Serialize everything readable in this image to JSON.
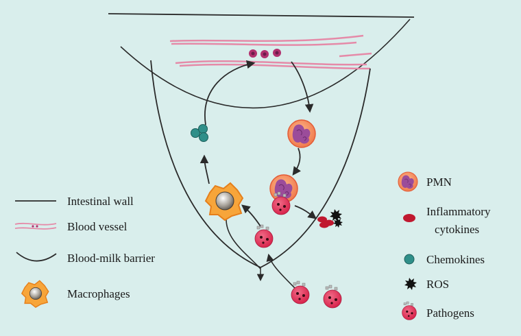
{
  "legend_left": {
    "intestinal_wall": "Intestinal wall",
    "blood_vessel": "Blood vessel",
    "blood_milk_barrier": "Blood-milk barrier",
    "macrophages": "Macrophages"
  },
  "legend_right": {
    "pmn": "PMN",
    "inflammatory_cytokines_line1": "Inflammatory",
    "inflammatory_cytokines_line2": "cytokines",
    "chemokines": "Chemokines",
    "ros": "ROS",
    "pathogens": "Pathogens"
  },
  "colors": {
    "background": "#d9eeec",
    "line": "#2a2a2a",
    "vessel": "#e58aa8",
    "pmn_outer": "#f08a5d",
    "pmn_inner": "#9b4c9a",
    "pathogen": "#e2375c",
    "cytokine": "#c0182f",
    "chemokine": "#2f8f89",
    "macrophage": "#f7a53a",
    "ros": "#111111"
  }
}
